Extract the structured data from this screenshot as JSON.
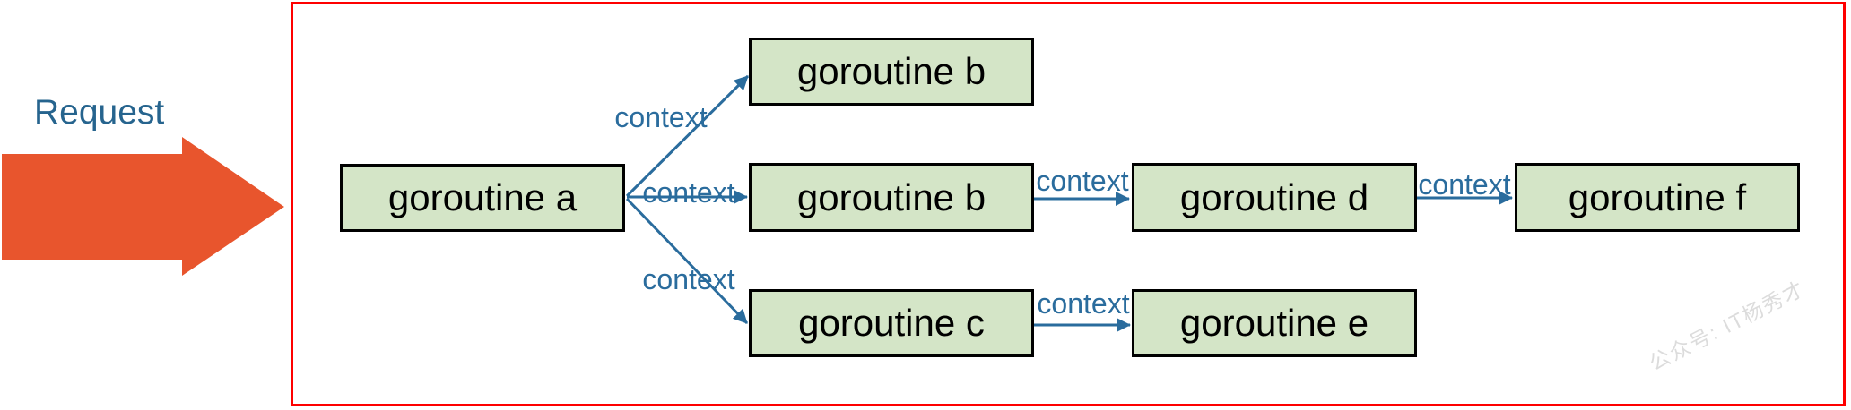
{
  "request_arrow": {
    "label": "Request",
    "color": "#e8552d",
    "label_color": "#26648e"
  },
  "frame": {
    "border_color": "#fe0000"
  },
  "diagram": {
    "node_fill": "#d4e5c7",
    "node_border": "#000000",
    "edge_color": "#2a6c9d",
    "nodes": [
      {
        "id": "a",
        "label": "goroutine a"
      },
      {
        "id": "b-top",
        "label": "goroutine b"
      },
      {
        "id": "b-mid",
        "label": "goroutine b"
      },
      {
        "id": "c",
        "label": "goroutine c"
      },
      {
        "id": "d",
        "label": "goroutine d"
      },
      {
        "id": "e",
        "label": "goroutine e"
      },
      {
        "id": "f",
        "label": "goroutine f"
      }
    ],
    "edges": [
      {
        "from": "goroutine a",
        "to": "goroutine b (top)",
        "label": "context"
      },
      {
        "from": "goroutine a",
        "to": "goroutine b (mid)",
        "label": "context"
      },
      {
        "from": "goroutine a",
        "to": "goroutine c",
        "label": "context"
      },
      {
        "from": "goroutine b (mid)",
        "to": "goroutine d",
        "label": "context"
      },
      {
        "from": "goroutine d",
        "to": "goroutine f",
        "label": "context"
      },
      {
        "from": "goroutine c",
        "to": "goroutine e",
        "label": "context"
      }
    ]
  },
  "watermark": {
    "text": "公众号: IT杨秀才",
    "color": "#dcdcdc"
  }
}
